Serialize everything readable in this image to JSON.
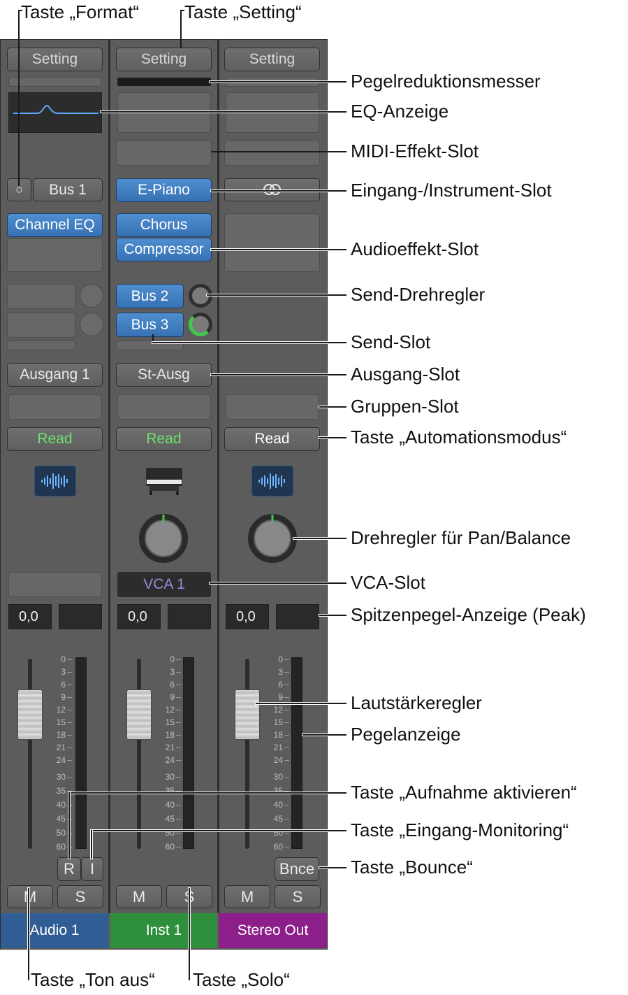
{
  "channels": [
    {
      "setting": "Setting",
      "input_format_symbol": "○",
      "input": "Bus 1",
      "audio_effects": [
        "Channel EQ"
      ],
      "output": "Ausgang 1",
      "automation": "Read",
      "icon": "waveform-icon",
      "peak": "0,0",
      "record": "R",
      "monitor": "I",
      "mute": "M",
      "solo": "S",
      "name": "Audio 1",
      "name_color": "#2f5d94",
      "automation_color": "#6de26d"
    },
    {
      "setting": "Setting",
      "instrument": "E-Piano",
      "audio_effects": [
        "Chorus",
        "Compressor"
      ],
      "sends": [
        "Bus 2",
        "Bus 3"
      ],
      "output": "St-Ausg",
      "automation": "Read",
      "icon": "piano-icon",
      "vca": "VCA 1",
      "peak": "0,0",
      "mute": "M",
      "solo": "S",
      "name": "Inst 1",
      "name_color": "#2e8f3c",
      "automation_color": "#6de26d"
    },
    {
      "setting": "Setting",
      "input_symbol": "stereo-link-icon",
      "automation": "Read",
      "icon": "waveform-icon",
      "peak": "0,0",
      "bounce": "Bnce",
      "mute": "M",
      "solo": "S",
      "name": "Stereo Out",
      "name_color": "#8c1f8a",
      "automation_color": "#ffffff"
    }
  ],
  "meter_scale": [
    "0",
    "3",
    "6",
    "9",
    "12",
    "15",
    "18",
    "21",
    "24",
    "30",
    "35",
    "40",
    "45",
    "50",
    "60"
  ],
  "annotations": {
    "format": "Taste „Format“",
    "setting": "Taste „Setting“",
    "gain_reduction": "Pegelreduktionsmesser",
    "eq": "EQ-Anzeige",
    "midi_fx": "MIDI-Effekt-Slot",
    "input_instrument": "Eingang-/Instrument-Slot",
    "audio_fx": "Audioeffekt-Slot",
    "send_knob": "Send-Drehregler",
    "send_slot": "Send-Slot",
    "output": "Ausgang-Slot",
    "group": "Gruppen-Slot",
    "automation": "Taste „Automationsmodus“",
    "pan": "Drehregler für Pan/Balance",
    "vca": "VCA-Slot",
    "peak": "Spitzenpegel-Anzeige (Peak)",
    "volume": "Lautstärkeregler",
    "level_meter": "Pegelanzeige",
    "record_enable": "Taste „Aufnahme aktivieren“",
    "input_monitoring": "Taste „Eingang-Monitoring“",
    "bounce": "Taste „Bounce“",
    "mute": "Taste „Ton aus“",
    "solo": "Taste „Solo“"
  }
}
